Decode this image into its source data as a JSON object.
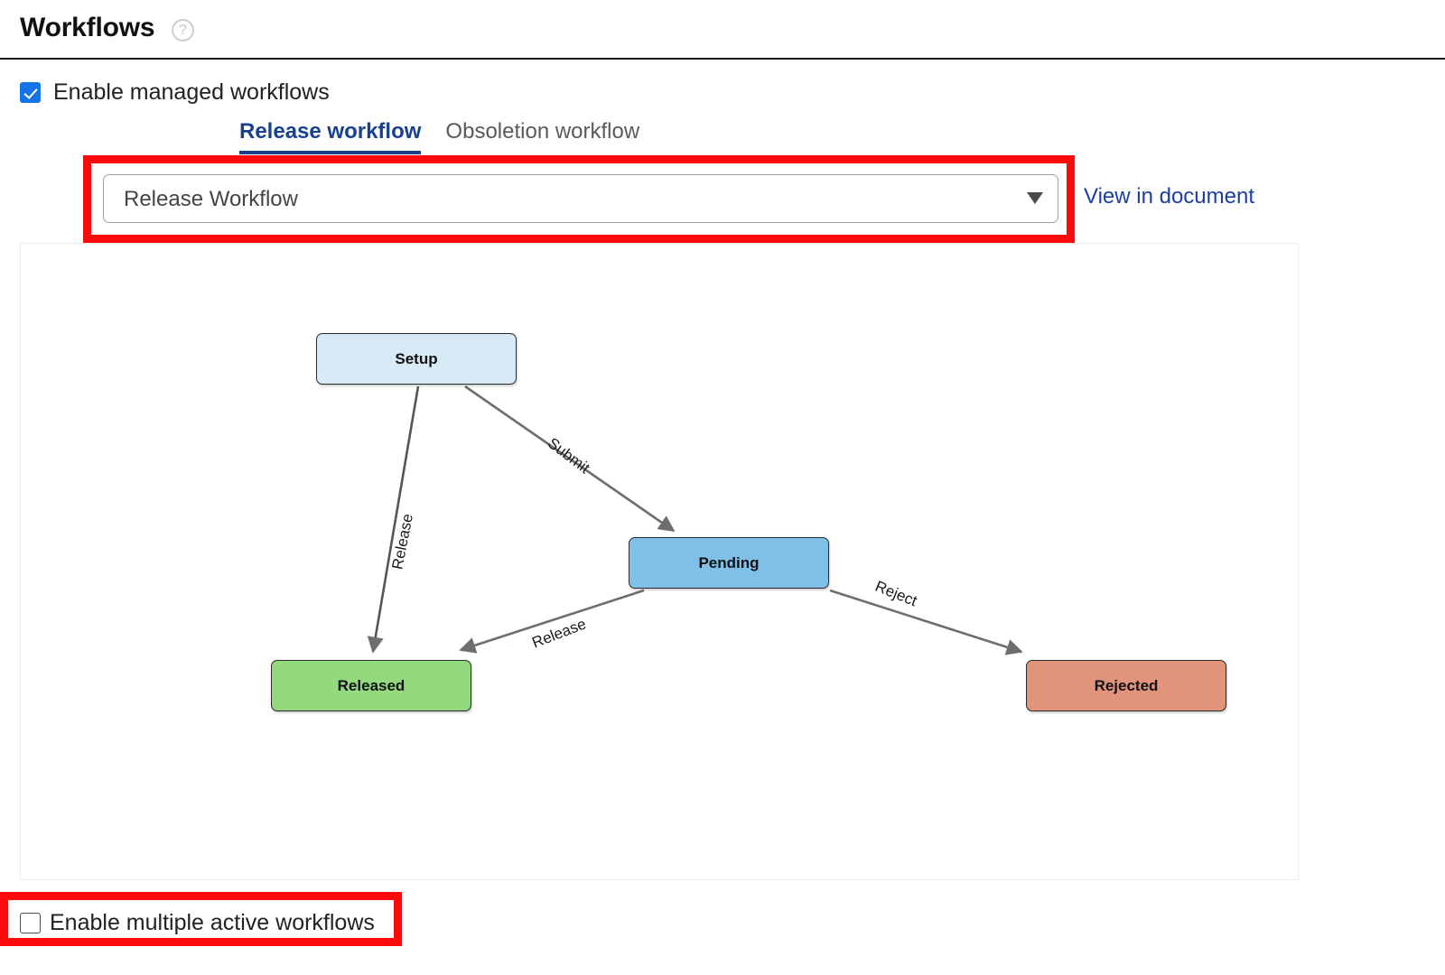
{
  "header": {
    "title": "Workflows",
    "help_icon": "help-circle-icon",
    "help_glyph": "?"
  },
  "options": {
    "enable_managed_workflows": {
      "label": "Enable managed workflows",
      "checked": true
    },
    "enable_multiple_active_workflows": {
      "label": "Enable multiple active workflows",
      "checked": false
    }
  },
  "tabs": [
    {
      "label": "Release workflow",
      "active": true
    },
    {
      "label": "Obsoletion workflow",
      "active": false
    }
  ],
  "workflow_select": {
    "value": "Release Workflow",
    "caret_icon": "chevron-down-icon"
  },
  "links": {
    "view_in_document": "View in document"
  },
  "annotations": {
    "color": "#fa0a0a",
    "boxes": [
      {
        "name": "workflow-select-highlight"
      },
      {
        "name": "enable-multiple-highlight"
      }
    ]
  },
  "diagram": {
    "type": "state-diagram",
    "nodes": [
      {
        "id": "setup",
        "label": "Setup",
        "color": "#d9eaf7"
      },
      {
        "id": "pending",
        "label": "Pending",
        "color": "#7fc0e8"
      },
      {
        "id": "released",
        "label": "Released",
        "color": "#93d97e"
      },
      {
        "id": "rejected",
        "label": "Rejected",
        "color": "#e2937c"
      }
    ],
    "edges": [
      {
        "from": "setup",
        "to": "released",
        "label": "Release"
      },
      {
        "from": "setup",
        "to": "pending",
        "label": "Submit"
      },
      {
        "from": "pending",
        "to": "released",
        "label": "Release"
      },
      {
        "from": "pending",
        "to": "rejected",
        "label": "Reject"
      }
    ]
  }
}
